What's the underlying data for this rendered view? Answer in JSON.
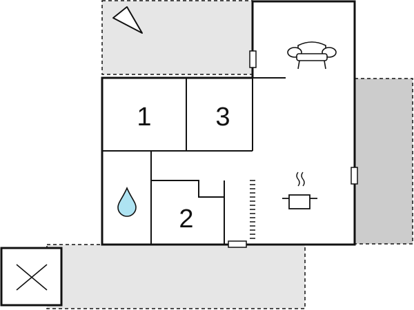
{
  "plan": {
    "rooms": [
      {
        "id": "bedroom-1",
        "label": "1"
      },
      {
        "id": "bedroom-2",
        "label": "2"
      },
      {
        "id": "bedroom-3",
        "label": "3"
      }
    ],
    "icons": [
      "compass-north-icon",
      "sofa-icon",
      "cooking-pot-icon",
      "water-drop-icon",
      "closed-x-icon",
      "staircase-icon"
    ],
    "colors": {
      "wall": "#111111",
      "outdoor_light": "#e6e6e6",
      "outdoor_dark": "#cccccc",
      "water": "#aee3f2"
    }
  }
}
